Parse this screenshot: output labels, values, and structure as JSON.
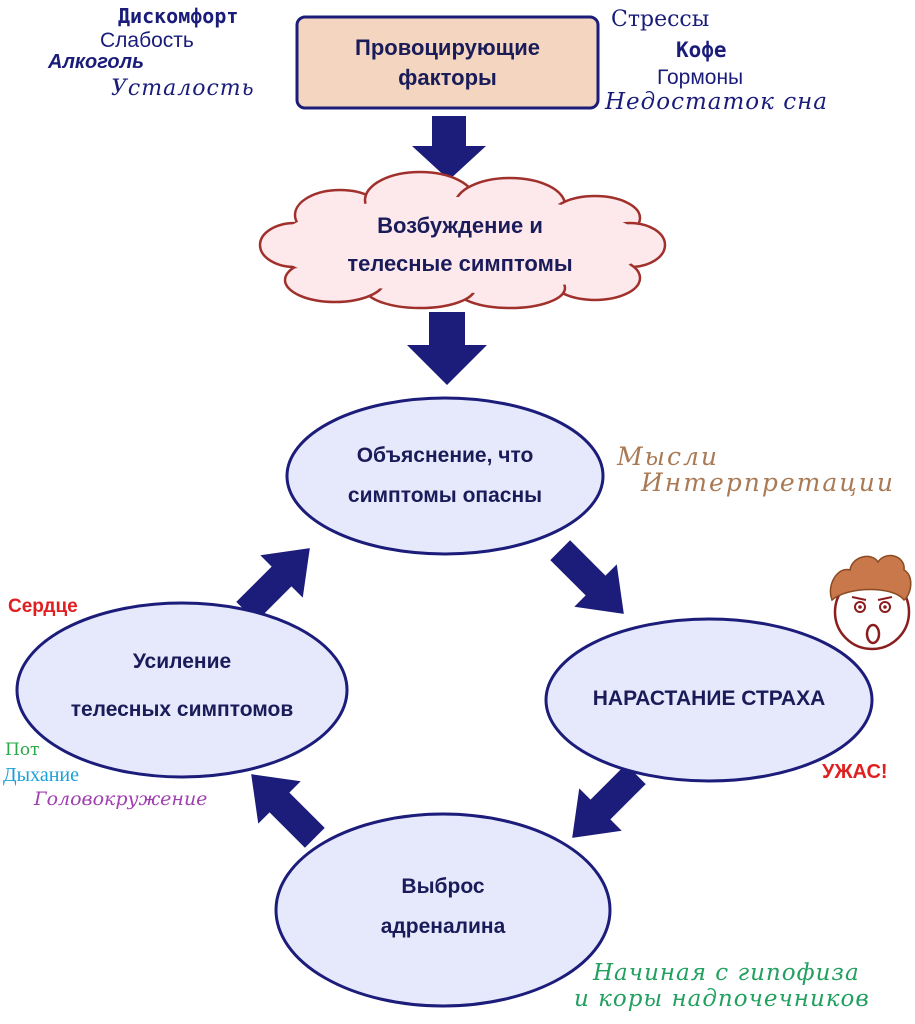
{
  "diagram": {
    "nodes": {
      "provoking": {
        "line1": "Провоцирующие",
        "line2": "факторы"
      },
      "arousal": {
        "line1": "Возбуждение и",
        "line2": "телесные симптомы"
      },
      "explanation": {
        "line1": "Объяснение, что",
        "line2": "симптомы опасны"
      },
      "fear": {
        "label": "НАРАСТАНИЕ СТРАХА"
      },
      "adrenaline": {
        "line1": "Выброс",
        "line2": "адреналина"
      },
      "intensification": {
        "line1": "Усиление",
        "line2": "телесных симптомов"
      }
    },
    "factors_left": [
      "Дискомфорт",
      "Слабость",
      "Алкоголь",
      "Усталость"
    ],
    "factors_right": [
      "Стрессы",
      "Кофе",
      "Гормоны",
      "Недостаток сна"
    ],
    "thoughts": [
      "Мысли",
      "Интерпретации"
    ],
    "horror": "УЖАС!",
    "symptoms": {
      "heart": "Сердце",
      "sweat": "Пот",
      "breathing": "Дыхание",
      "dizziness": "Головокружение"
    },
    "glands": [
      "Начиная с гипофиза",
      "и коры надпочечников"
    ]
  },
  "colors": {
    "arrow": "#1c1c7a",
    "node_text": "#1a1c5a",
    "ellipse_fill": "#e6e9fb",
    "ellipse_stroke": "#1c1c7a",
    "box_fill": "#f3d5c0",
    "cloud_fill": "#fde8ec",
    "cloud_stroke": "#a0302c",
    "factors": "#1a1c7a",
    "thoughts": "#a97a55",
    "horror": "#e02020",
    "heart": "#e02020",
    "sweat": "#2aa84a",
    "breathing": "#1aa0d8",
    "dizziness": "#a040b0",
    "glands": "#22a060"
  },
  "icons": [
    "shocked-face-icon"
  ]
}
